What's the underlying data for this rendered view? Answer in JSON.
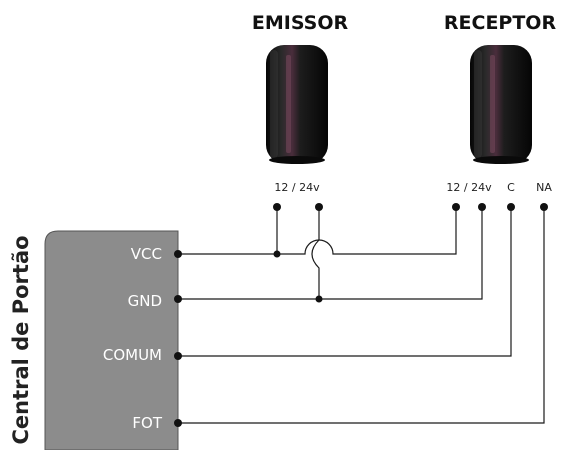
{
  "devices": {
    "emissor": {
      "title": "EMISSOR",
      "pin_label": "12 / 24v"
    },
    "receptor": {
      "title": "RECEPTOR",
      "pin_label": "12 / 24v",
      "pin_c": "C",
      "pin_na": "NA"
    }
  },
  "central": {
    "title": "Central de Portão",
    "ports": {
      "vcc": "VCC",
      "gnd": "GND",
      "comum": "COMUM",
      "fot": "FOT"
    }
  },
  "colors": {
    "box": "#8c8c8c",
    "wire": "#1a1a1a",
    "sensor_body": "#1b1b1b"
  }
}
